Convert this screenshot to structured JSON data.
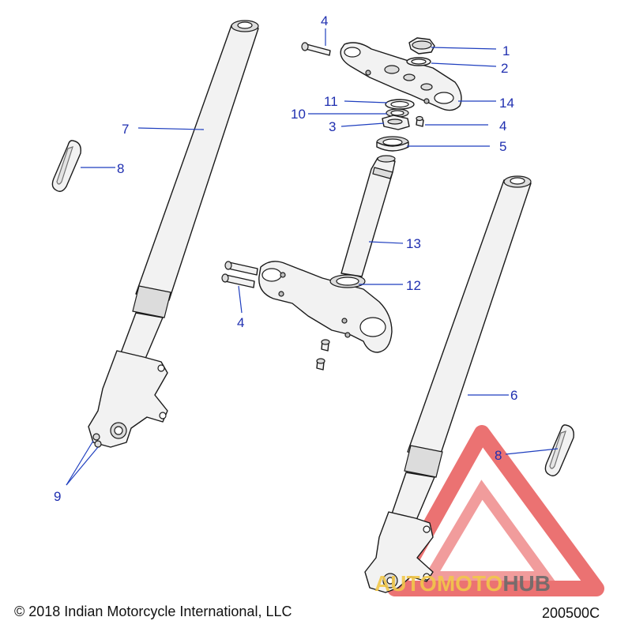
{
  "callouts": {
    "c1": "1",
    "c2": "2",
    "c3": "3",
    "c4a": "4",
    "c4b": "4",
    "c4c": "4",
    "c5": "5",
    "c6": "6",
    "c7": "7",
    "c8a": "8",
    "c8b": "8",
    "c9": "9",
    "c10": "10",
    "c11": "11",
    "c12": "12",
    "c13": "13",
    "c14": "14"
  },
  "footer": {
    "copyright": "© 2018 Indian Motorcycle International, LLC",
    "drawing_number": "200500C"
  },
  "watermark": {
    "text_part1": "AUTO",
    "text_part2": "MOTO",
    "text_part3": "HUB",
    "color_red": "#e85a5a",
    "color_yellow": "#f2c84b",
    "color_gray": "#6b6b6b"
  },
  "colors": {
    "callout": "#1f2fb0",
    "line": "#1a1a1a",
    "part_fill": "#f2f2f2"
  }
}
